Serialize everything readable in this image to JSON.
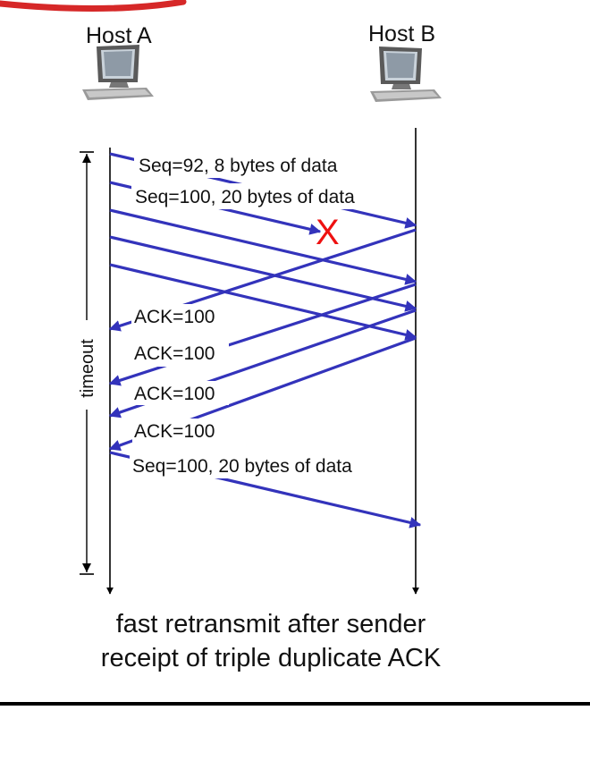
{
  "host_a": {
    "label": "Host A"
  },
  "host_b": {
    "label": "Host B"
  },
  "timeout_label": "timeout",
  "lost_marker": "X",
  "messages": [
    {
      "label": "Seq=92, 8 bytes of data",
      "direction": "A-to-B",
      "lost": false
    },
    {
      "label": "Seq=100, 20 bytes of data",
      "direction": "A-to-B",
      "lost": true
    },
    {
      "label": "",
      "direction": "A-to-B",
      "lost": false
    },
    {
      "label": "",
      "direction": "A-to-B",
      "lost": false
    },
    {
      "label": "",
      "direction": "A-to-B",
      "lost": false
    },
    {
      "label": "ACK=100",
      "direction": "B-to-A",
      "lost": false
    },
    {
      "label": "ACK=100",
      "direction": "B-to-A",
      "lost": false
    },
    {
      "label": "ACK=100",
      "direction": "B-to-A",
      "lost": false
    },
    {
      "label": "ACK=100",
      "direction": "B-to-A",
      "lost": false
    },
    {
      "label": "Seq=100, 20 bytes of data",
      "direction": "A-to-B",
      "lost": false
    }
  ],
  "caption": {
    "line1": "fast retransmit after sender",
    "line2": "receipt of triple duplicate ACK"
  },
  "colors": {
    "arrow": "#3333bb",
    "lost_marker": "#ee1111",
    "accent_swoosh": "#d62828",
    "divider": "#000000"
  }
}
